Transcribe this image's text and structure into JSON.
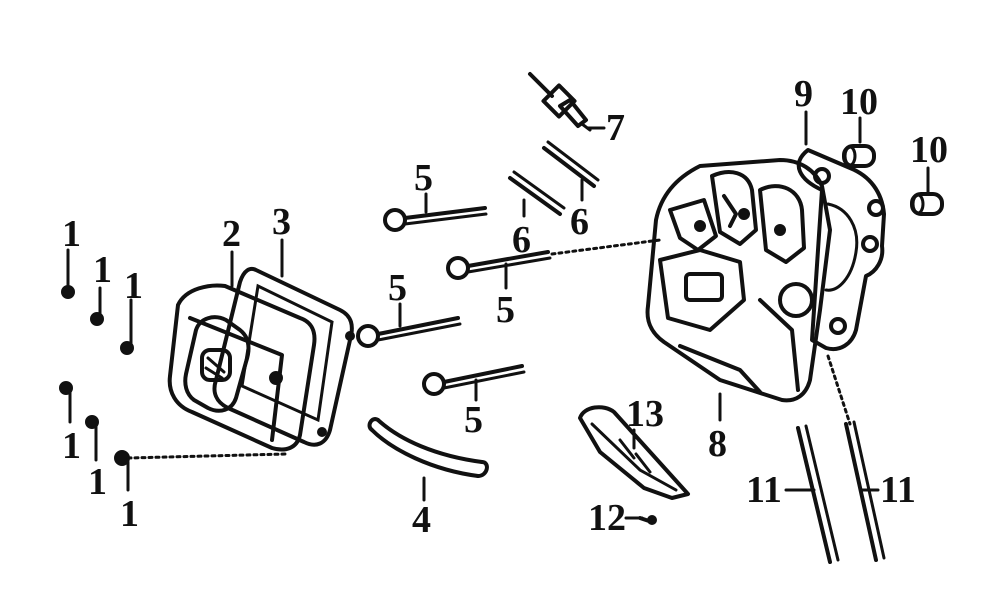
{
  "callouts": {
    "c1a": "1",
    "c1b": "1",
    "c1c": "1",
    "c1d": "1",
    "c1e": "1",
    "c1f": "1",
    "c2": "2",
    "c3": "3",
    "c4": "4",
    "c5a": "5",
    "c5b": "5",
    "c5c": "5",
    "c5d": "5",
    "c6a": "6",
    "c6b": "6",
    "c7": "7",
    "c8": "8",
    "c9": "9",
    "c10a": "10",
    "c10b": "10",
    "c11a": "11",
    "c11b": "11",
    "c12": "12",
    "c13": "13"
  }
}
